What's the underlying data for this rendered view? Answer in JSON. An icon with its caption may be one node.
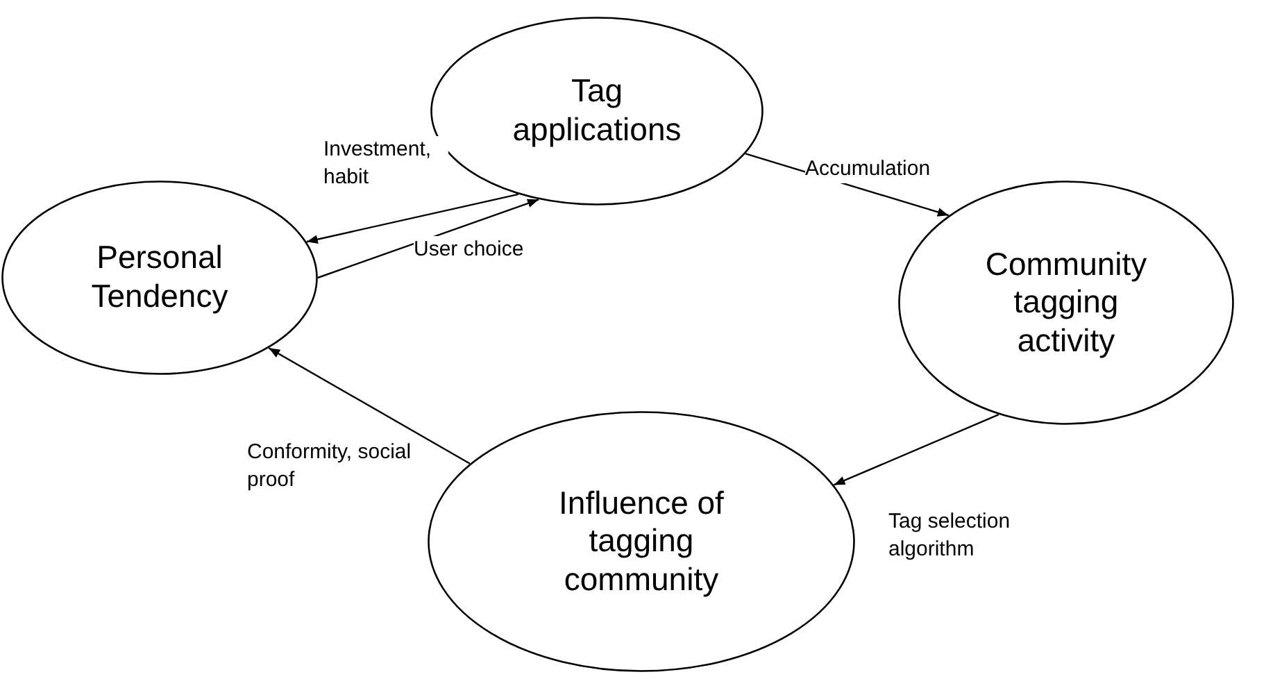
{
  "diagram": {
    "nodes": [
      {
        "text": [
          "Tag applications"
        ]
      },
      {
        "text": [
          "Personal Tendency"
        ]
      },
      {
        "text": [
          "Community tagging activity"
        ]
      },
      {
        "text": [
          "Influence of tagging community"
        ]
      }
    ],
    "edges": [
      {
        "from": 0,
        "to": 1,
        "arrow": "to",
        "label": "Investment, habit"
      },
      {
        "from": 1,
        "to": 0,
        "arrow": "to",
        "label": "User choice"
      },
      {
        "from": 0,
        "to": 2,
        "arrow": "to",
        "label": "Accumulation"
      },
      {
        "from": 2,
        "to": 3,
        "arrow": "to",
        "label": "Tag selection algorithm"
      },
      {
        "from": 3,
        "to": 1,
        "arrow": "to",
        "label": "Conformity, social proof"
      }
    ]
  }
}
